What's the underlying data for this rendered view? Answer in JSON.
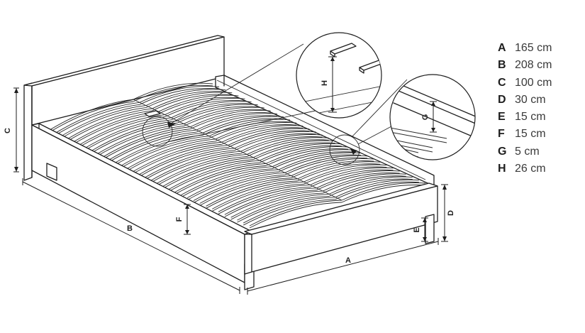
{
  "dimension_labels": {
    "A": "A",
    "B": "B",
    "C": "C",
    "D": "D",
    "E": "E",
    "F": "F",
    "G": "G",
    "H": "H"
  },
  "legend": [
    {
      "key": "A",
      "value": "165 cm"
    },
    {
      "key": "B",
      "value": "208 cm"
    },
    {
      "key": "C",
      "value": "100 cm"
    },
    {
      "key": "D",
      "value": "30 cm"
    },
    {
      "key": "E",
      "value": "15 cm"
    },
    {
      "key": "F",
      "value": "15 cm"
    },
    {
      "key": "G",
      "value": "5 cm"
    },
    {
      "key": "H",
      "value": "26 cm"
    }
  ]
}
